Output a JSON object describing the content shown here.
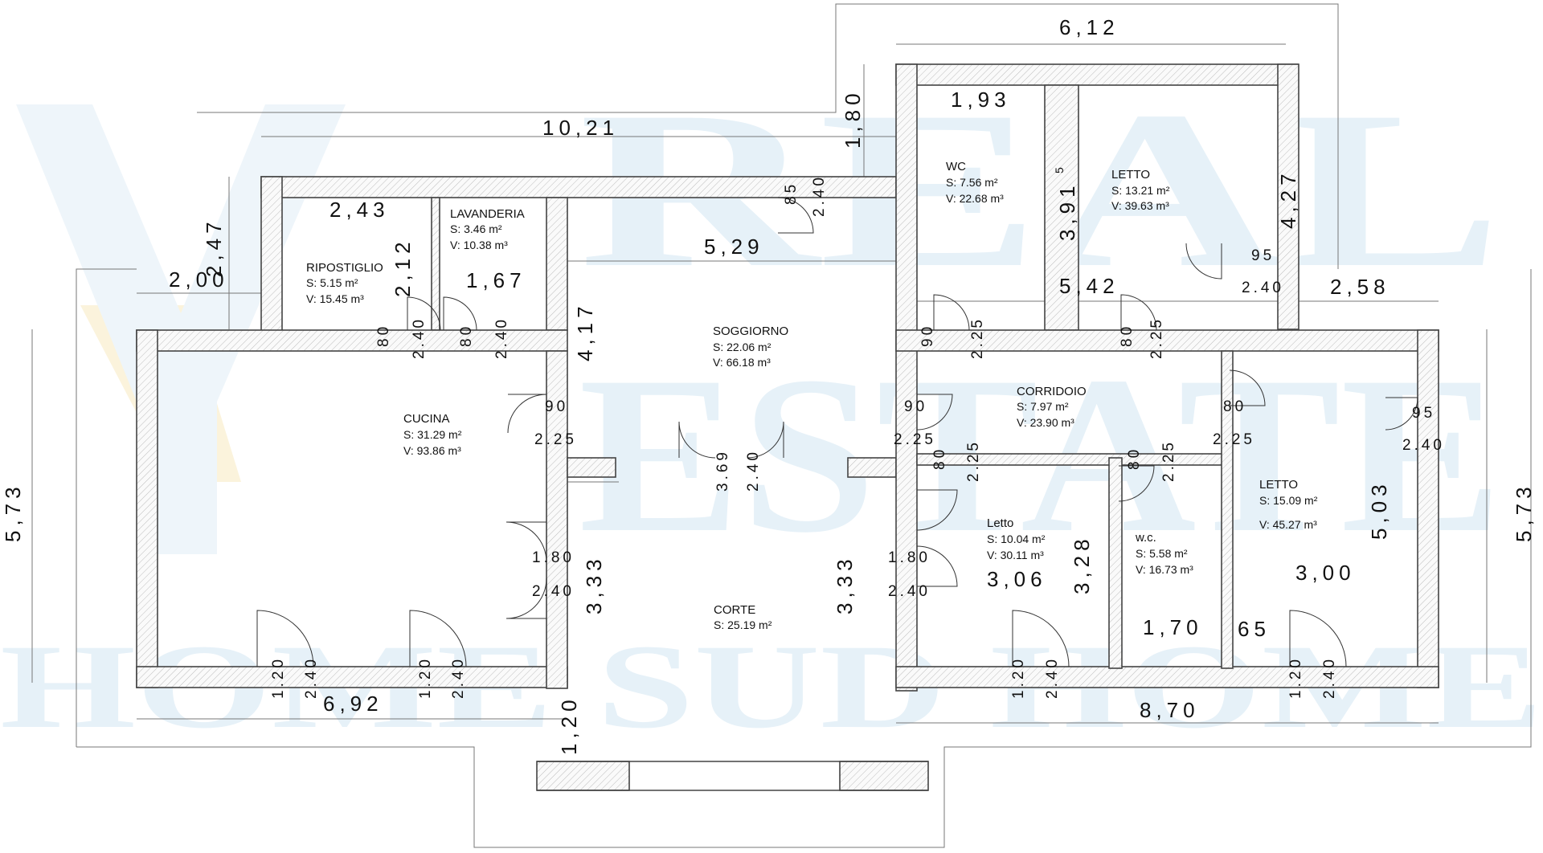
{
  "watermark": {
    "line1": "REAL",
    "line2": "ESTATE",
    "line3": "HOME SUD HOME"
  },
  "colors": {
    "wall_line": "#444444",
    "watermark": "#e6f1f8",
    "logo_accent": "#fbf3dc"
  },
  "rooms": {
    "ripostiglio": {
      "name": "RIPOSTIGLIO",
      "s": "S:  5.15 m²",
      "v": "V:  15.45 m³"
    },
    "lavanderia": {
      "name": "LAVANDERIA",
      "s": "S:  3.46 m²",
      "v": "V:  10.38 m³"
    },
    "soggiorno": {
      "name": "SOGGIORNO",
      "s": "S:  22.06 m²",
      "v": "V:  66.18 m³"
    },
    "cucina": {
      "name": "CUCINA",
      "s": "S:  31.29 m²",
      "v": "V:  93.86 m³"
    },
    "wc": {
      "name": "WC",
      "s": "S:  7.56 m²",
      "v": "V:  22.68 m³"
    },
    "letto_nord": {
      "name": "LETTO",
      "s": "S:  13.21 m²",
      "v": "V:  39.63 m³"
    },
    "corridoio": {
      "name": "CORRIDOIO",
      "s": "S:  7.97 m²",
      "v": "V:  23.90 m³"
    },
    "letto_centro": {
      "name": "Letto",
      "s": "S:  10.04 m²",
      "v": "V:  30.11 m³"
    },
    "wc_small": {
      "name": "w.c.",
      "s": "S:  5.58 m²",
      "v": "V:  16.73 m³"
    },
    "letto_est": {
      "name": "LETTO",
      "s": "S:  15.09 m²",
      "v": "V:  45.27 m³"
    },
    "corte": {
      "name": "CORTE",
      "s": "S:  25.19 m²"
    }
  },
  "dimensions": {
    "top_6_12": "6,12",
    "top_10_21": "10,21",
    "v_1_80": "1,80",
    "wc_1_93": "1,93",
    "rip_2_43": "2,43",
    "sog_5_29": "5,29",
    "v_2_47": "2,47",
    "h_2_00": "2,00",
    "v_2_12": "2,12",
    "lav_1_67": "1,67",
    "v_4_17": "4,17",
    "v_3_91": "3,91",
    "sup_5": "5",
    "v_4_27": "4,27",
    "mid_5_42": "5,42",
    "right_2_58": "2,58",
    "left_5_73": "5,73",
    "right_5_73": "5,73",
    "v_3_33_left": "3,33",
    "v_3_33_right": "3,33",
    "let_3_06": "3,06",
    "v_3_28": "3,28",
    "let_3_00": "3,00",
    "v_5_03": "5,03",
    "wc_1_70": "1,70",
    "h_65": "65",
    "bottom_6_92": "6,92",
    "bottom_8_70": "8,70",
    "v_1_20": "1,20"
  },
  "doors": {
    "d1_w": "85",
    "d1_h": "2.40",
    "d2_w": "80",
    "d2_h": "2.40",
    "d3_w": "80",
    "d3_h": "2.40",
    "d4_w": "90",
    "d4_h": "2.25",
    "d5_w": "3.69",
    "d5_h": "2.40",
    "d6_w": "1.80",
    "d6_h": "2.40",
    "d7_w": "1.20",
    "d7_h": "2.40",
    "d8_w": "1.20",
    "d8_h": "2.40",
    "d9_w": "90",
    "d9_h": "2.25",
    "d10_w": "80",
    "d10_h": "2.25",
    "d11_w": "95",
    "d11_h": "2.40",
    "d12_w": "90",
    "d12_h": "2.25",
    "d13_w": "80",
    "d13_h": "2.25",
    "d14_w": "80",
    "d14_h": "2.25",
    "d15_w": "80",
    "d15_h": "2.25",
    "d16_w": "95",
    "d16_h": "2.40",
    "d17_w": "1.80",
    "d17_h": "2.40",
    "d18_w": "1.20",
    "d18_h": "2.40",
    "d19_w": "1.20",
    "d19_h": "2.40"
  }
}
